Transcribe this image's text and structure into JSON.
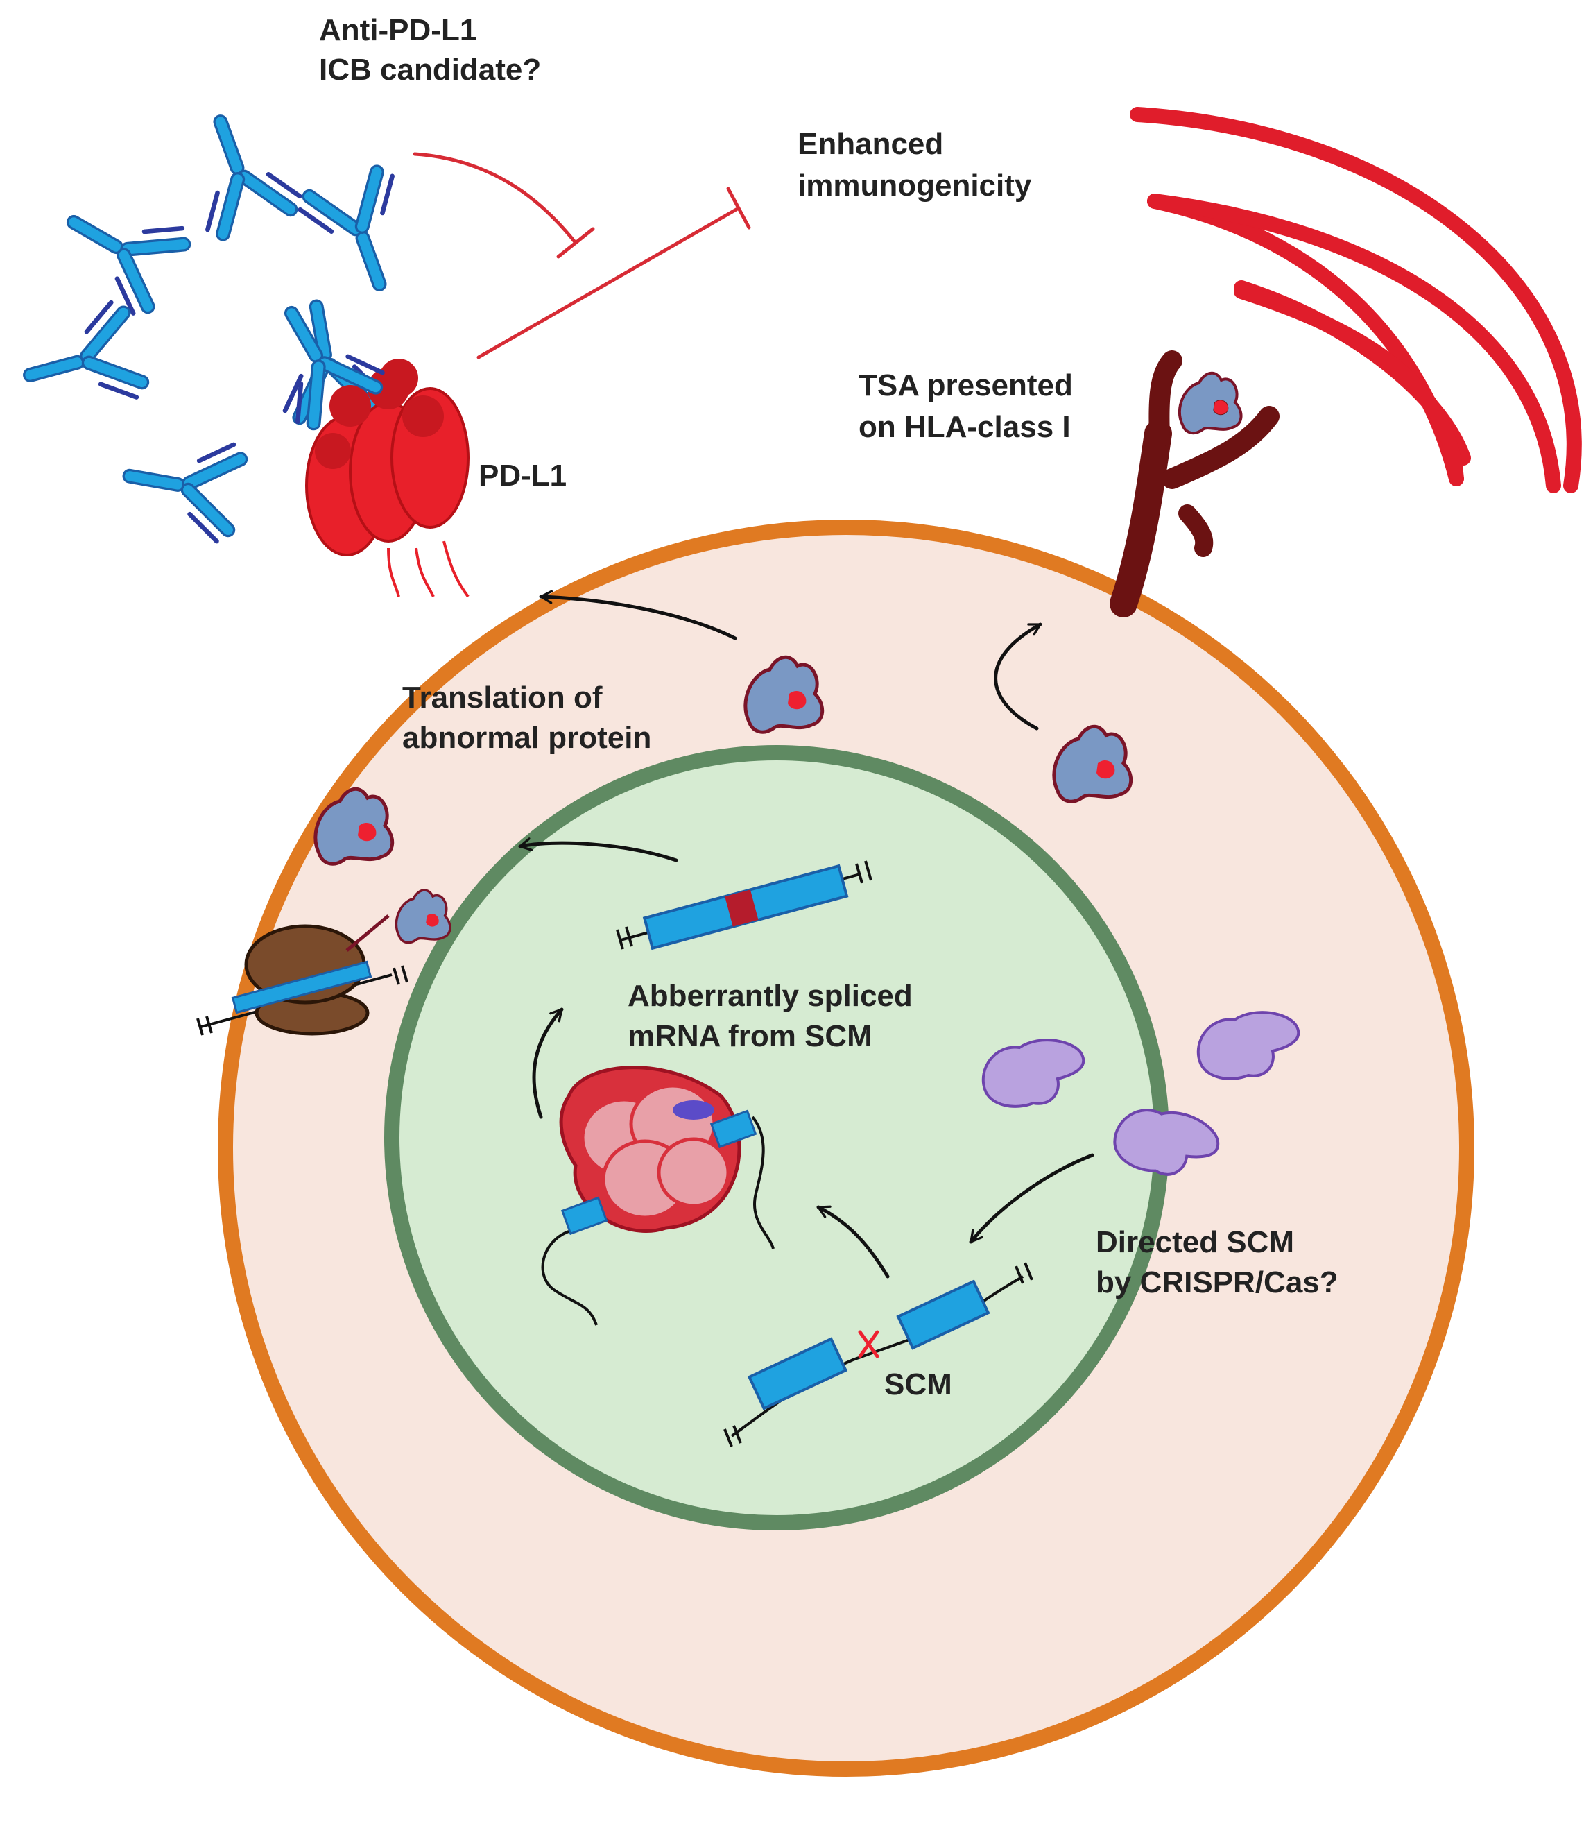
{
  "labels": {
    "anti_pdl1_line1": "Anti-PD-L1",
    "anti_pdl1_line2": "ICB candidate?",
    "enhanced_line1": "Enhanced",
    "enhanced_line2": "immunogenicity",
    "tsa_line1": "TSA presented",
    "tsa_line2": "on HLA-class I",
    "pdl1": "PD-L1",
    "translation_line1": "Translation of",
    "translation_line2": "abnormal protein",
    "mrna_line1": "Abberrantly spliced",
    "mrna_line2": "mRNA from SCM",
    "crispr_line1": "Directed SCM",
    "crispr_line2": "by CRISPR/Cas?",
    "scm": "SCM"
  },
  "colors": {
    "cell_membrane": "#e07a22",
    "cytoplasm": "#f8e6de",
    "nuclear_envelope": "#5f8a62",
    "nucleoplasm": "#d6ebd2",
    "antibody": "#1fa2e0",
    "antibody_light_chain": "#2c3a9e",
    "pdl1": "#e8202a",
    "inhibition": "#d72b35",
    "signal_waves": "#e01d2b",
    "hla": "#6b1212",
    "protein": "#7a98c4",
    "protein_outline": "#7a1428",
    "mutation": "#ee2030",
    "exon": "#1fa2e0",
    "ribosome": "#7a4b2b",
    "spliceosome": "#e8a0a8",
    "cas": "#b9a2df",
    "arrow": "#111111"
  },
  "icons": {
    "antibody": "y-shaped-antibody-icon",
    "receptor": "pdl1-receptor-icon",
    "hla": "hla-class-i-icon",
    "protein": "abnormal-protein-icon",
    "ribosome": "ribosome-icon",
    "spliceosome": "spliceosome-icon",
    "cas": "crispr-cas-icon",
    "mrna": "mrna-strand-icon",
    "dna": "dna-strand-icon"
  }
}
